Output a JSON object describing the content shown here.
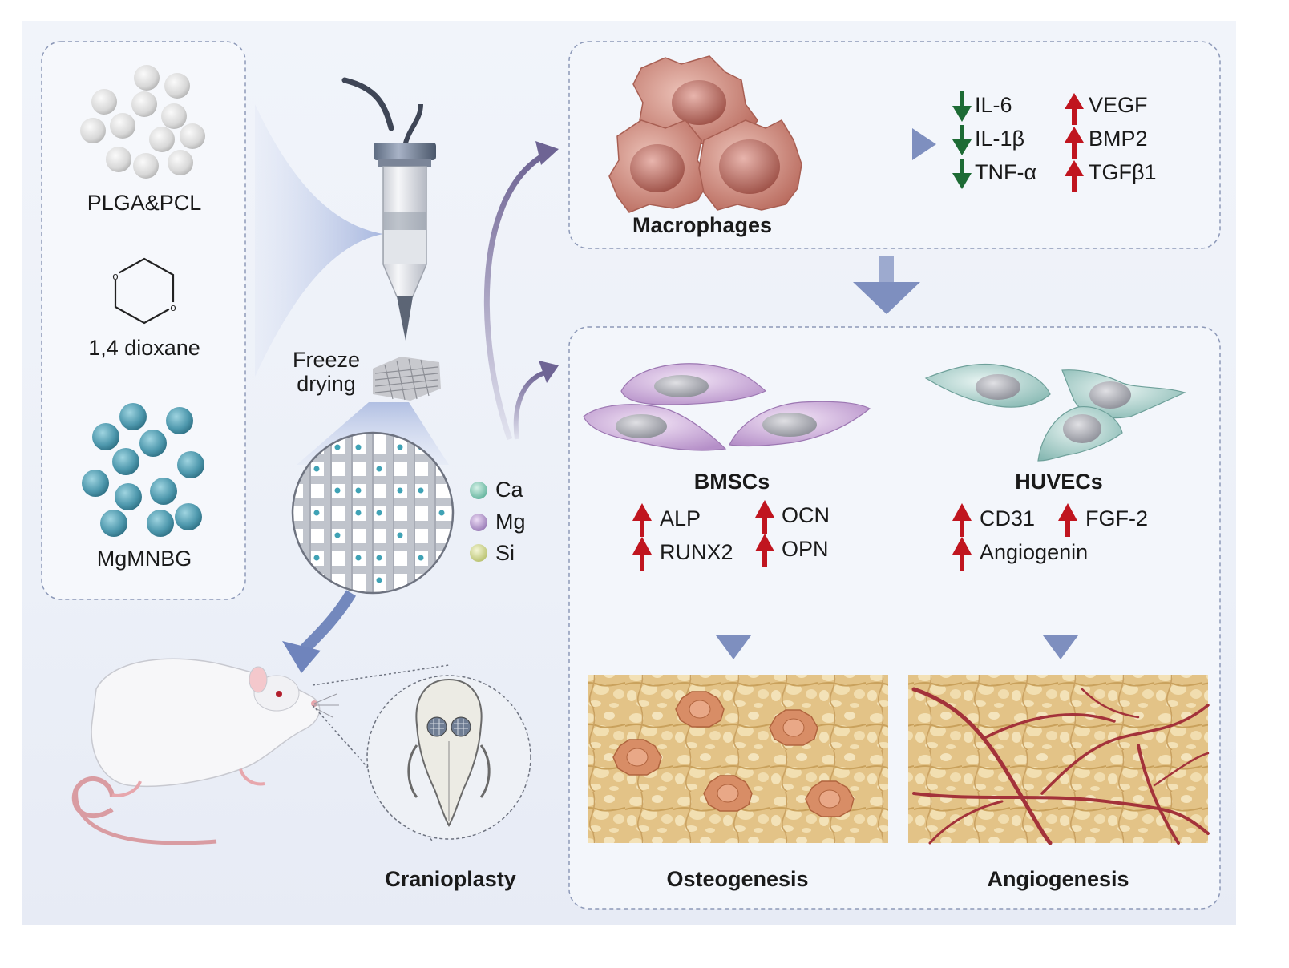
{
  "materials": {
    "polymer": "PLGA&PCL",
    "solvent": "1,4 dioxane",
    "glass": "MgMNBG"
  },
  "process": {
    "step_line1": "Freeze",
    "step_line2": "drying"
  },
  "ions": [
    "Ca",
    "Mg",
    "Si"
  ],
  "macrophages": {
    "label": "Macrophages",
    "down": [
      "IL-6",
      "IL-1β",
      "TNF-α"
    ],
    "up": [
      "VEGF",
      "BMP2",
      "TGFβ1"
    ]
  },
  "bmscs": {
    "label": "BMSCs",
    "markers_left": [
      "ALP",
      "RUNX2"
    ],
    "markers_right": [
      "OCN",
      "OPN"
    ],
    "outcome": "Osteogenesis"
  },
  "huvecs": {
    "label": "HUVECs",
    "markers_left": [
      "CD31",
      "Angiogenin"
    ],
    "markers_right": [
      "FGF-2"
    ],
    "outcome": "Angiogenesis"
  },
  "in_vivo": {
    "label": "Cranioplasty"
  },
  "colors": {
    "up_arrow": "#c0151f",
    "down_arrow": "#1d6b35",
    "flow_arrow": "#7e8fbf",
    "ion_ca": "#7fc7b3",
    "ion_mg": "#b396cc",
    "ion_si": "#d3dc92",
    "bmsc": "#c9a8d6",
    "huvec": "#a8cfca",
    "macrophage": "#c98379",
    "bone": "#e6c88f"
  }
}
